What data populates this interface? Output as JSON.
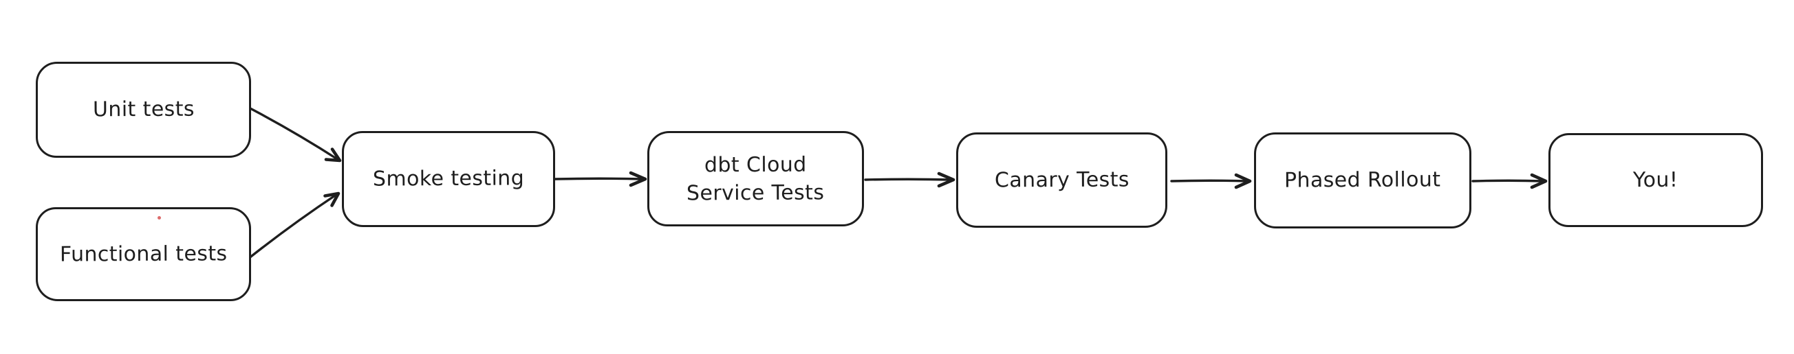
{
  "canvas": {
    "background_color": "#ffffff",
    "stroke_color": "#1e1e1e",
    "text_color": "#1e1e1e",
    "stray_dot_color": "#dd6b6b"
  },
  "diagram": {
    "type": "flowchart",
    "style": "hand-drawn",
    "nodes": [
      {
        "id": "unit-tests",
        "label": "Unit tests"
      },
      {
        "id": "functional-tests",
        "label": "Functional tests"
      },
      {
        "id": "smoke-testing",
        "label": "Smoke testing"
      },
      {
        "id": "dbt-cloud-service-tests",
        "lines": [
          "dbt Cloud",
          "Service Tests"
        ]
      },
      {
        "id": "canary-tests",
        "label": "Canary Tests"
      },
      {
        "id": "phased-rollout",
        "label": "Phased Rollout"
      },
      {
        "id": "you",
        "label": "You!"
      }
    ],
    "edges": [
      {
        "from": "unit-tests",
        "to": "smoke-testing"
      },
      {
        "from": "functional-tests",
        "to": "smoke-testing"
      },
      {
        "from": "smoke-testing",
        "to": "dbt-cloud-service-tests"
      },
      {
        "from": "dbt-cloud-service-tests",
        "to": "canary-tests"
      },
      {
        "from": "canary-tests",
        "to": "phased-rollout"
      },
      {
        "from": "phased-rollout",
        "to": "you"
      }
    ]
  }
}
